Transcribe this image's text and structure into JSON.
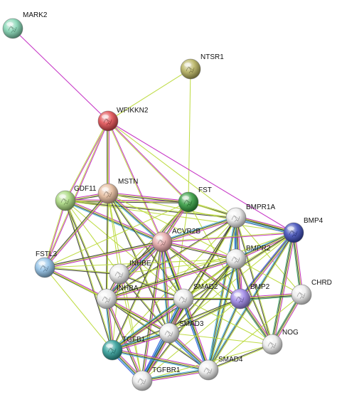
{
  "network": {
    "nodes": [
      {
        "id": "MARK2",
        "label": "MARK2",
        "color": "#7fd4b0"
      },
      {
        "id": "NTSR1",
        "label": "NTSR1",
        "color": "#b5b05a"
      },
      {
        "id": "WFIKKN2",
        "label": "WFIKKN2",
        "color": "#e0474c"
      },
      {
        "id": "GDF11",
        "label": "GDF11",
        "color": "#a6d77a"
      },
      {
        "id": "MSTN",
        "label": "MSTN",
        "color": "#e4b899"
      },
      {
        "id": "FST",
        "label": "FST",
        "color": "#2e9a3a"
      },
      {
        "id": "BMPR1A",
        "label": "BMPR1A",
        "color": "#ececec"
      },
      {
        "id": "BMP4",
        "label": "BMP4",
        "color": "#3848b8"
      },
      {
        "id": "ACVR2B",
        "label": "ACVR2B",
        "color": "#e6a8a8"
      },
      {
        "id": "FSTL3",
        "label": "FSTL3",
        "color": "#8ec0e6"
      },
      {
        "id": "INHBE",
        "label": "INHBE",
        "color": "#ececec"
      },
      {
        "id": "BMPR2",
        "label": "BMPR2",
        "color": "#ececec"
      },
      {
        "id": "INHBA",
        "label": "INHBA",
        "color": "#ececec"
      },
      {
        "id": "SMAD2",
        "label": "SMAD2",
        "color": "#ececec"
      },
      {
        "id": "BMP2",
        "label": "BMP2",
        "color": "#9b84e6"
      },
      {
        "id": "CHRD",
        "label": "CHRD",
        "color": "#ececec"
      },
      {
        "id": "SMAD3",
        "label": "SMAD3",
        "color": "#ececec"
      },
      {
        "id": "TGFB1",
        "label": "TGFB1",
        "color": "#2a9c96"
      },
      {
        "id": "NOG",
        "label": "NOG",
        "color": "#ececec"
      },
      {
        "id": "SMAD4",
        "label": "SMAD4",
        "color": "#ececec"
      },
      {
        "id": "TGFBR1",
        "label": "TGFBR1",
        "color": "#ececec"
      }
    ],
    "edge_colors": {
      "magenta": "#c020c0",
      "yellow": "#b8d832",
      "black": "#333333",
      "cyan": "#38b8d8",
      "green": "#30a050",
      "blue": "#3050d8",
      "purple": "#6040a0",
      "red": "#e03030"
    }
  }
}
